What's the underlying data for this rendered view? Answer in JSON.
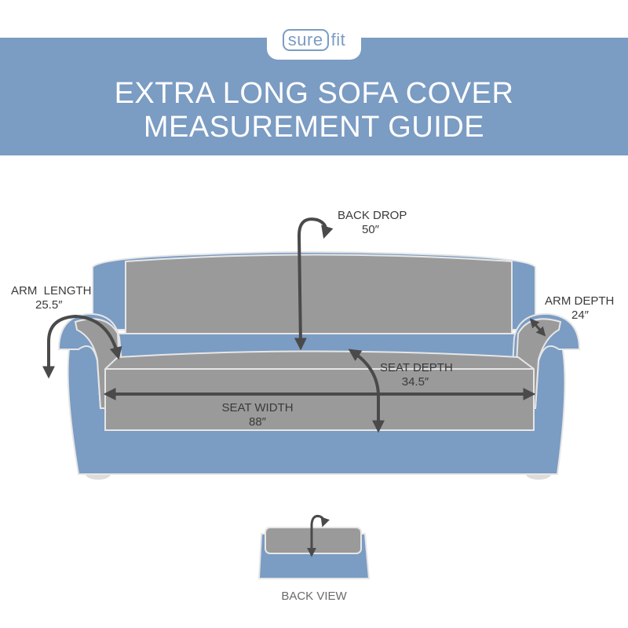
{
  "brand": {
    "logo_left": "sure",
    "logo_right": "fit"
  },
  "header": {
    "title_line1": "EXTRA LONG SOFA COVER",
    "title_line2": "MEASUREMENT GUIDE"
  },
  "measurements": {
    "back_drop": {
      "label": "BACK DROP",
      "value": "50″"
    },
    "arm_length": {
      "label": "ARM  LENGTH",
      "value": "25.5″"
    },
    "arm_depth": {
      "label": "ARM DEPTH",
      "value": "24″"
    },
    "seat_depth": {
      "label": "SEAT DEPTH",
      "value": "34.5″"
    },
    "seat_width": {
      "label": "SEAT WIDTH",
      "value": "88″"
    }
  },
  "back_view": {
    "label": "BACK VIEW"
  },
  "colors": {
    "banner": "#7b9cc3",
    "sofa_blue": "#7b9cc3",
    "cover_gray": "#9a9a9a",
    "arrow": "#4a4a4a"
  }
}
